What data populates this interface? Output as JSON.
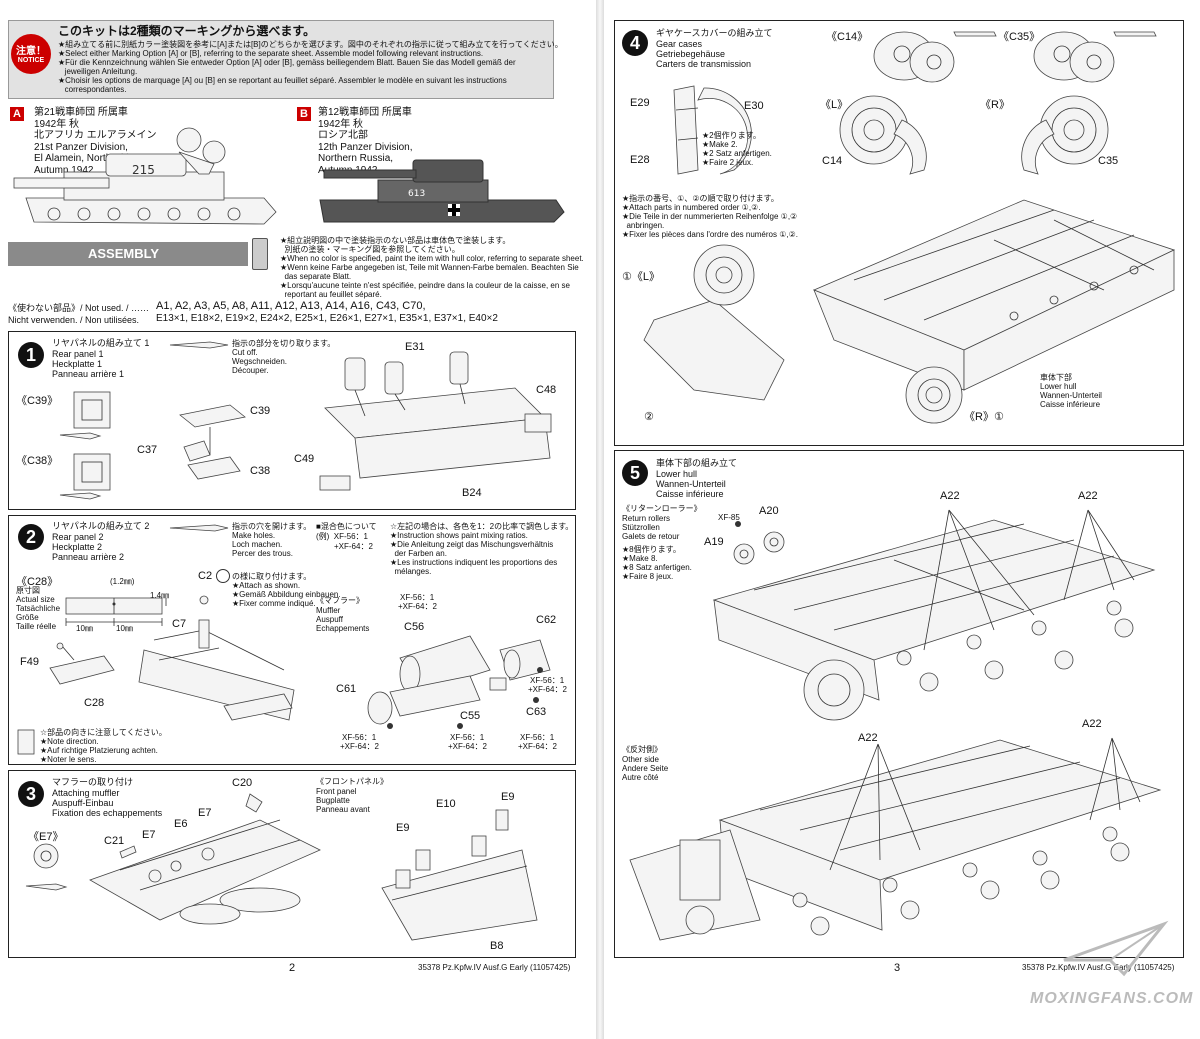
{
  "notice": {
    "badge_ja": "注意！",
    "badge_en": "NOTICE",
    "title_ja": "このキットは2種類のマーキングから選べます。",
    "lines": [
      "★組み立てる前に別紙カラー塗装図を参考に[A]または[B]のどちらかを選びます。図中のそれぞれの指示に従って組み立てを行ってください。",
      "★Select either Marking Option [A] or [B], referring to the separate sheet. Assemble model following relevant instructions.",
      "★Für die Kennzeichnung wählen Sie entweder Option [A] oder [B], gemäss beiliegendem Blatt. Bauen Sie das Modell gemäß der",
      "   jeweiligen Anleitung.",
      "★Choisir les options de marquage [A] ou [B] en se reportant au feuillet séparé. Assembler le modèle en suivant les instructions",
      "   correspondantes."
    ],
    "option_a": {
      "letter": "A",
      "lines": [
        "第21戦車師団 所属車",
        "1942年 秋",
        "北アフリカ エルアラメイン",
        "21st Panzer Division,",
        "El Alamein, North Africa,",
        "Autumn 1942"
      ]
    },
    "option_b": {
      "letter": "B",
      "lines": [
        "第12戦車師団 所属車",
        "1942年 秋",
        "ロシア北部",
        "12th Panzer Division,",
        "Northern Russia,",
        "Autumn 1942"
      ]
    },
    "turret_a": "215",
    "turret_b": "613"
  },
  "assembly": {
    "title": "ASSEMBLY",
    "paint_note": [
      "★組立説明図の中で塗装指示のない部品は車体色で塗装します。",
      "  別紙の塗装・マーキング図を参照してください。",
      "★When no color is specified, paint the item with hull color, referring to separate sheet.",
      "★Wenn keine Farbe angegeben ist, Teile mit Wannen-Farbe bemalen. Beachten Sie",
      "  das separate Blatt.",
      "★Lorsqu'aucune teinte n'est spécifiée, peindre dans la couleur de la caisse, en se",
      "  reportant au feuillet séparé."
    ],
    "not_used_label_1": "《使わない部品》/ Not used. / ……",
    "not_used_label_2": "Nicht verwenden. / Non utilisées.",
    "not_used_parts_1": "A1, A2, A3, A5, A8, A11, A12, A13, A14, A16, C43, C70,",
    "not_used_parts_2": "E13×1, E18×2, E19×2, E24×2, E25×1, E26×1, E27×1, E35×1, E37×1, E40×2"
  },
  "steps": {
    "s1": {
      "num": "1",
      "ja": "リヤパネルの組み立て 1",
      "en": "Rear panel 1",
      "de": "Heckplatte 1",
      "fr": "Panneau arrière 1",
      "cut": [
        "指示の部分を切り取ります。",
        "Cut off.",
        "Wegschneiden.",
        "Découper."
      ],
      "parts": {
        "c39a": "《C39》",
        "c38a": "《C38》",
        "c39": "C39",
        "c37": "C37",
        "c38": "C38",
        "e31": "E31",
        "c48": "C48",
        "c49": "C49",
        "b24": "B24"
      }
    },
    "s2": {
      "num": "2",
      "ja": "リヤパネルの組み立て 2",
      "en": "Rear panel 2",
      "de": "Heckplatte 2",
      "fr": "Panneau arrière 2",
      "holes": [
        "指示の穴を開けます。",
        "Make holes.",
        "Loch machen.",
        "Percer des trous."
      ],
      "mix_title": "■混合色について",
      "mix_ex": "(例)  XF-56：1",
      "mix_ex2": "+XF-64：2",
      "mix_note": [
        "☆左記の場合は、各色を1：2の比率で調色します。",
        "★Instruction shows paint mixing ratios.",
        "★Die Anleitung zeigt das Mischungsverhältnis",
        "  der Farben an.",
        "★Les instructions indiquent les proportions des",
        "  mélanges."
      ],
      "c28_label": "《C28》",
      "actual": [
        "原寸図",
        "Actual size",
        "Tatsächliche",
        "Größe",
        "Taille réelle"
      ],
      "dim_12": "(1.2㎜)",
      "dim_14": "1.4㎜",
      "dim_10a": "10㎜",
      "dim_10b": "10㎜",
      "attach": [
        "の様に取り付けます。",
        "★Attach as shown.",
        "★Gemäß Abbildung einbauen.",
        "★Fixer comme indiqué."
      ],
      "direction": [
        "☆部品の向きに注意してください。",
        "★Note direction.",
        "★Auf richtige Platzierung achten.",
        "★Noter le sens."
      ],
      "muffler": [
        "《マフラー》",
        "Muffler",
        "Auspuff",
        "Echappements"
      ],
      "parts": {
        "c2": "C2",
        "c7": "C7",
        "f49": "F49",
        "c28": "C28",
        "c56": "C56",
        "c62": "C62",
        "c61": "C61",
        "c55": "C55",
        "c63": "C63"
      },
      "paint1": "XF-56：1",
      "paint2": "+XF-64：2"
    },
    "s3": {
      "num": "3",
      "ja": "マフラーの取り付け",
      "en": "Attaching muffler",
      "de": "Auspuff-Einbau",
      "fr": "Fixation des echappements",
      "e7_label": "《E7》",
      "front": [
        "《フロントパネル》",
        "Front panel",
        "Bugplatte",
        "Panneau avant"
      ],
      "parts": {
        "c20": "C20",
        "c21": "C21",
        "e7a": "E7",
        "e6": "E6",
        "e7b": "E7",
        "e10": "E10",
        "e9a": "E9",
        "e9b": "E9",
        "b8": "B8"
      }
    },
    "s4": {
      "num": "4",
      "ja": "ギヤケースカバーの組み立て",
      "en": "Gear cases",
      "de": "Getriebegehäuse",
      "fr": "Carters de transmission",
      "make2": [
        "★2個作ります。",
        "★Make 2.",
        "★2 Satz anfertigen.",
        "★Faire 2 jeux."
      ],
      "order": [
        "★指示の番号、①、②の順で取り付けます。",
        "★Attach parts in numbered order ①,②.",
        "★Die Teile in der nummerierten Reihenfolge ①,②",
        "  anbringen.",
        "★Fixer les pièces dans l'ordre des numéros ①,②."
      ],
      "lower_hull": [
        "車体下部",
        "Lower hull",
        "Wannen-Unterteil",
        "Caisse inférieure"
      ],
      "parts": {
        "c14a": "《C14》",
        "c35a": "《C35》",
        "l": "《L》",
        "r": "《R》",
        "e29": "E29",
        "e30": "E30",
        "e28": "E28",
        "c14": "C14",
        "c35": "C35",
        "l1": "①《L》",
        "two": "②",
        "r1": "《R》①"
      }
    },
    "s5": {
      "num": "5",
      "ja": "車体下部の組み立て",
      "en": "Lower hull",
      "de": "Wannen-Unterteil",
      "fr": "Caisse inférieure",
      "rollers": [
        "《リターンローラー》",
        "Return rollers",
        "Stützrollen",
        "Galets de retour"
      ],
      "make8": [
        "★8個作ります。",
        "★Make 8.",
        "★8 Satz anfertigen.",
        "★Faire 8 jeux."
      ],
      "other": [
        "《反対側》",
        "Other side",
        "Andere Seite",
        "Autre côté"
      ],
      "parts": {
        "xf85": "XF-85",
        "a20": "A20",
        "a19": "A19",
        "a22a": "A22",
        "a22b": "A22",
        "a22c": "A22",
        "a22d": "A22"
      }
    }
  },
  "footer": {
    "page_left": "2",
    "page_right": "3",
    "code_left": "35378 Pz.Kpfw.IV Ausf.G Early (11057425)",
    "code_right": "35378 Pz.Kpfw.IV Ausf.G Early (11057425)",
    "watermark": "MOXINGFANS.COM"
  }
}
